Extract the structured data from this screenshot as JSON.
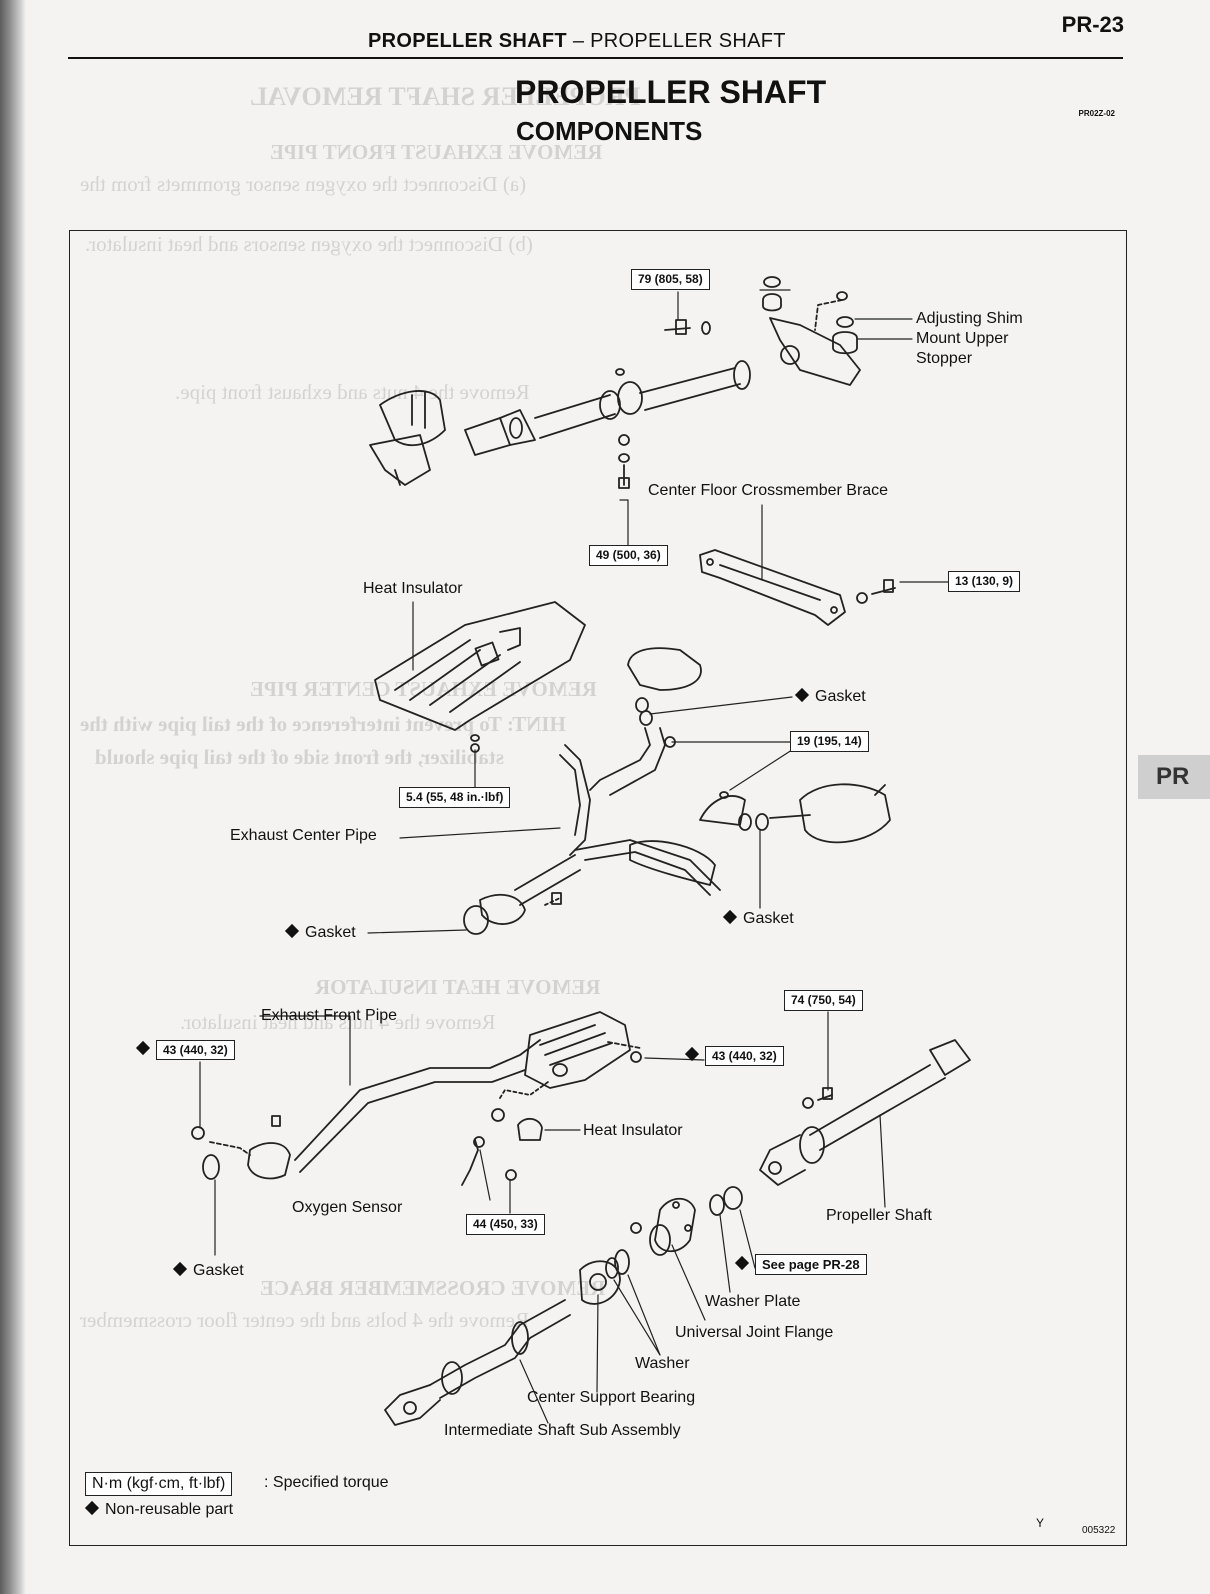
{
  "header": {
    "section": "PROPELLER SHAFT",
    "separator": "–",
    "subsection": "PROPELLER SHAFT",
    "page_number": "PR-23"
  },
  "title": "PROPELLER SHAFT",
  "subtitle": "COMPONENTS",
  "doc_code": "PR02Z-02",
  "figure_code": "005322",
  "figure_mark": "Y",
  "side_tab": "PR",
  "parts": {
    "adjusting_shim": "Adjusting Shim",
    "mount_upper_stopper_1": "Mount Upper",
    "mount_upper_stopper_2": "Stopper",
    "center_floor_crossmember_brace": "Center Floor Crossmember Brace",
    "heat_insulator_top": "Heat Insulator",
    "gasket_1": "Gasket",
    "exhaust_center_pipe": "Exhaust Center Pipe",
    "gasket_2": "Gasket",
    "gasket_3": "Gasket",
    "exhaust_front_pipe": "Exhaust Front Pipe",
    "heat_insulator_bottom": "Heat Insulator",
    "oxygen_sensor": "Oxygen Sensor",
    "gasket_4": "Gasket",
    "propeller_shaft": "Propeller Shaft",
    "see_page": "See page PR-28",
    "washer_plate": "Washer Plate",
    "universal_joint_flange": "Universal Joint Flange",
    "washer": "Washer",
    "center_support_bearing": "Center Support Bearing",
    "intermediate_shaft": "Intermediate Shaft Sub Assembly"
  },
  "torques": {
    "t79": "79 (805, 58)",
    "t49": "49 (500, 36)",
    "t13": "13 (130, 9)",
    "t5_4": "5.4 (55, 48 in.·lbf)",
    "t19": "19 (195, 14)",
    "t74": "74 (750, 54)",
    "t43a": "43 (440, 32)",
    "t43b": "43 (440, 32)",
    "t44": "44 (450, 33)"
  },
  "legend": {
    "torque_unit": "N·m (kgf·cm, ft·lbf)",
    "torque_desc": ": Specified torque",
    "nonreusable": "Non-reusable part"
  },
  "show_through": {
    "l1": "PROPELLER SHAFT REMOVAL",
    "l2": "REMOVE EXHAUST FRONT PIPE",
    "l3": "(a) Disconnect the oxygen sensor grommets from the",
    "l4": "(b) Disconnect the oxygen sensors and heat insulator.",
    "l5": "Remove the 4 nuts and exhaust front pipe.",
    "l6": "REMOVE EXHAUST CENTER PIPE",
    "l7": "HINT: To prevent interference of the tail pipe with the",
    "l8": "stabilizer, the front side of the tail pipe should",
    "l9": "REMOVE HEAT INSULATOR",
    "l10": "Remove the 4 nuts and heat insulator.",
    "l11": "REMOVE CROSSMEMBER BRACE",
    "l12": "Remove the 4 bolts and the center floor crossmember"
  }
}
